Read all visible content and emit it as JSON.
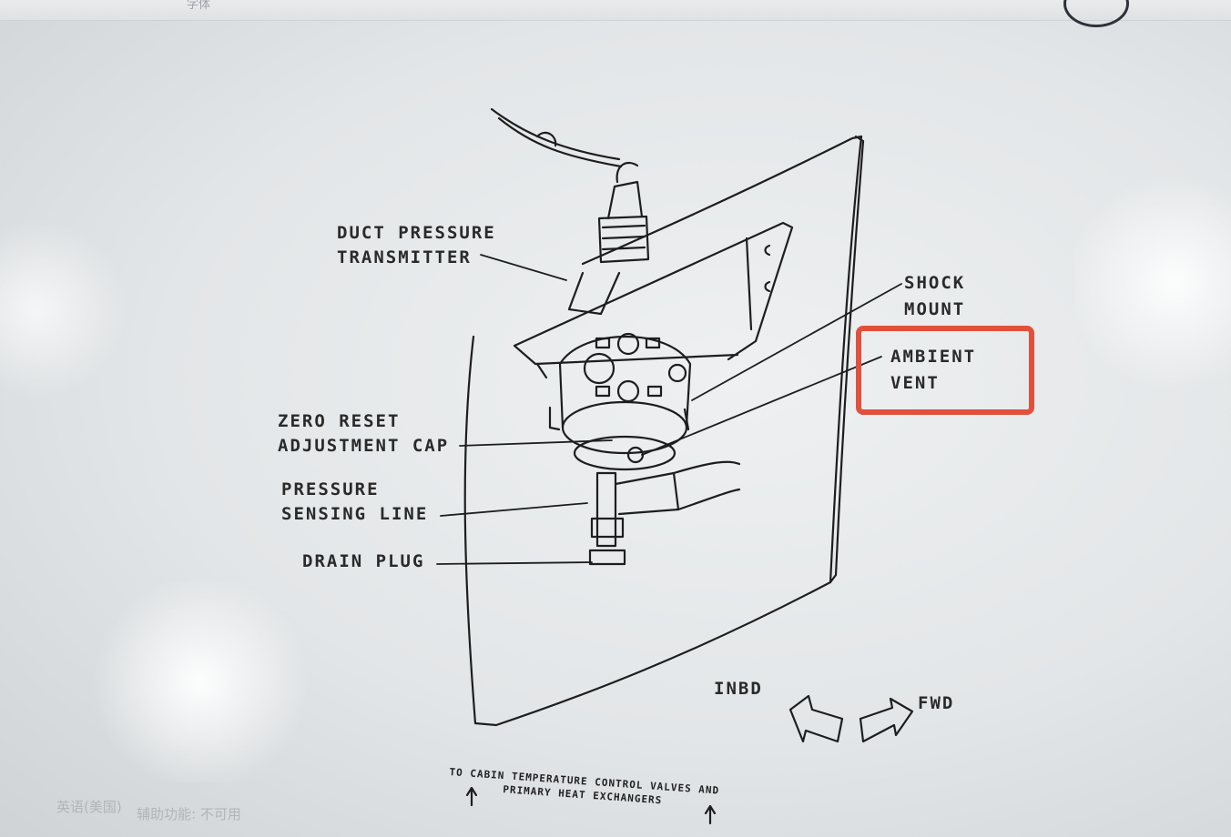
{
  "ribbon_caption": "字体",
  "status_bar": {
    "language": "英语(美国)",
    "accessibility": "辅助功能: 不可用"
  },
  "labels": {
    "duct_pressure_transmitter": [
      "DUCT PRESSURE",
      "TRANSMITTER"
    ],
    "shock_mount": [
      "SHOCK",
      "MOUNT"
    ],
    "ambient_vent": [
      "AMBIENT",
      "VENT"
    ],
    "zero_reset": [
      "ZERO RESET",
      "ADJUSTMENT CAP"
    ],
    "pressure_sensing_line": [
      "PRESSURE",
      "SENSING LINE"
    ],
    "drain_plug": "DRAIN PLUG",
    "inbd": "INBD",
    "fwd": "FWD",
    "footnote": [
      "TO CABIN TEMPERATURE CONTROL VALVES AND",
      "PRIMARY HEAT EXCHANGERS"
    ]
  },
  "colors": {
    "highlight": "#e2503c",
    "ink": "#2a2a2a"
  }
}
